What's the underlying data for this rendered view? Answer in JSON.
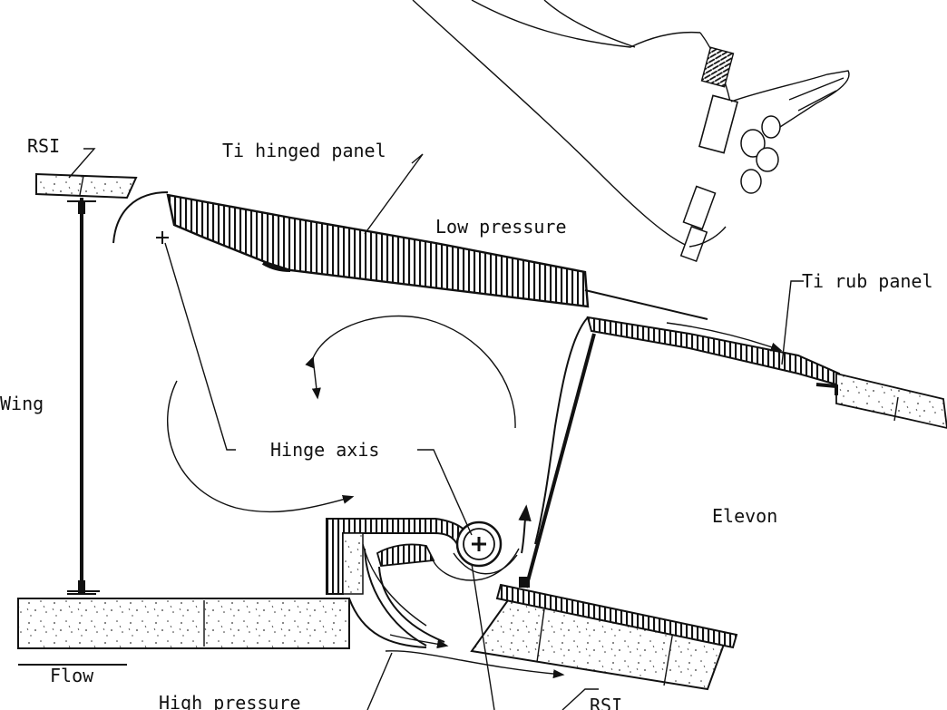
{
  "labels": {
    "rsi_top": "RSI",
    "ti_hinged_panel": "Ti hinged panel",
    "low_pressure": "Low pressure",
    "ti_rub_panel": "Ti rub panel",
    "wing": "Wing",
    "hinge_axis": "Hinge axis",
    "elevon": "Elevon",
    "flow": "Flow",
    "high_pressure": "High pressure",
    "rsi_bottom": "RSI"
  },
  "colors": {
    "ink": "#111111",
    "background": "#ffffff"
  }
}
